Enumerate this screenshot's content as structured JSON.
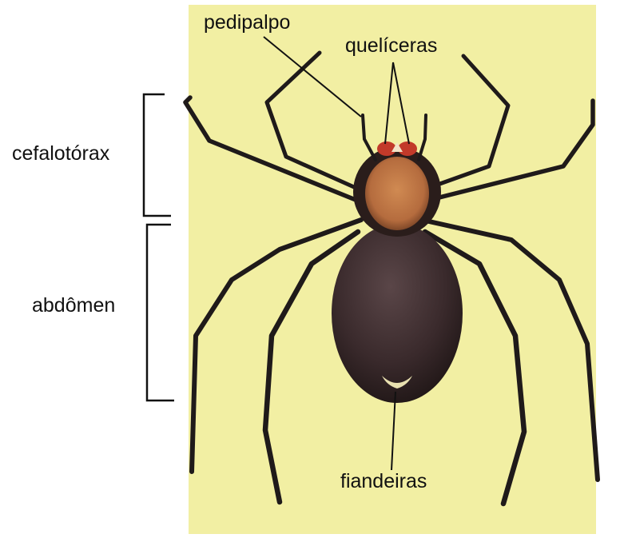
{
  "labels": {
    "pedipalpo": "pedipalpo",
    "queliceras": "quelíceras",
    "cefalotorax": "cefalotórax",
    "abdomen": "abdômen",
    "fiandeiras": "fiandeiras"
  },
  "colors": {
    "panel_background": "#f2efa3",
    "abdomen": "#3a2a2c",
    "cephalothorax": "#b56c3e",
    "legs": "#1f1a1a",
    "chelicerae": "#c23a2a",
    "leader_lines": "#111111"
  }
}
